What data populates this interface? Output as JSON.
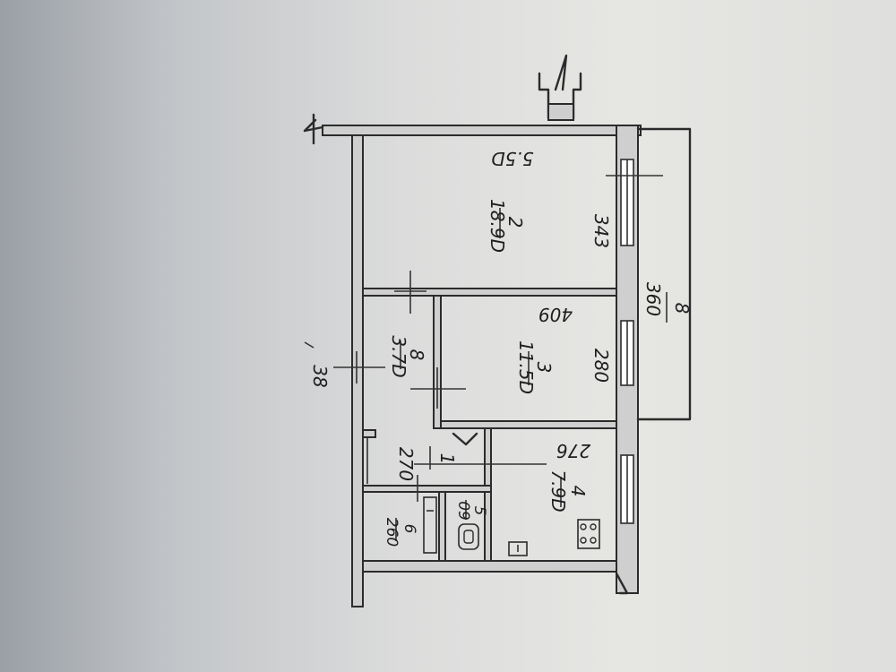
{
  "plan": {
    "labels": {
      "top_dim": "5.5D",
      "room2_num": "2",
      "room2_area": "18.9D",
      "room2_side": "343",
      "room3_top": "409",
      "room3_num": "3",
      "room3_area": "11.5D",
      "room3_side": "280",
      "balcony_num": "8",
      "balcony_area": "360",
      "room8_num": "8",
      "room8_area": "3.7D",
      "outer_dim": "38",
      "hall_num": "1",
      "hall_area": "270",
      "room5_num": "5",
      "room5_area": "09",
      "room6_num": "6",
      "room6_area": "260",
      "room4_top": "276",
      "room4_num": "4",
      "room4_area": "7.9D"
    }
  }
}
